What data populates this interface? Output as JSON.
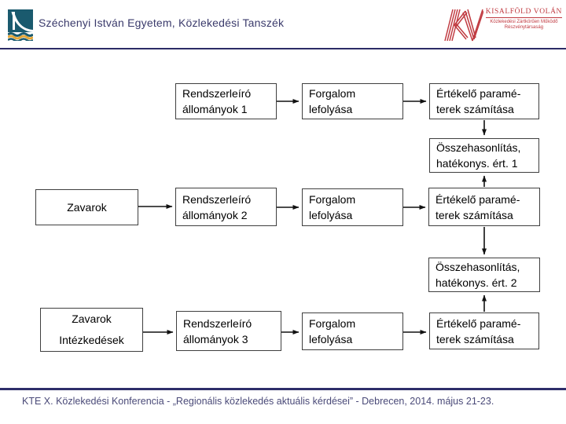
{
  "header": {
    "title": "Széchenyi István Egyetem, Közlekedési Tanszék",
    "partner_logo": {
      "name": "KISALFÖLD VOLÁN",
      "subtitle": "Közlekedési Zártkörűen Működő\nRészvénytársaság"
    }
  },
  "diagram": {
    "nodes": [
      {
        "id": "rendszerleiro-1",
        "label": "Rendszerleíró\nállományok 1"
      },
      {
        "id": "forgalom-1",
        "label": "Forgalom\nlefolyása"
      },
      {
        "id": "ertekelo-1",
        "label": "Értékelő paramé-\nterek számítása"
      },
      {
        "id": "osszehasonlitas-1",
        "label": "Összehasonlítás,\nhatékonys. ért. 1"
      },
      {
        "id": "zavarok",
        "label": "Zavarok"
      },
      {
        "id": "rendszerleiro-2",
        "label": "Rendszerleíró\nállományok 2"
      },
      {
        "id": "forgalom-2",
        "label": "Forgalom\nlefolyása"
      },
      {
        "id": "ertekelo-2",
        "label": "Értékelő paramé-\nterek számítása"
      },
      {
        "id": "osszehasonlitas-2",
        "label": "Összehasonlítás,\nhatékonys. ért. 2"
      },
      {
        "id": "zavarok-intezkedesek",
        "label": "Zavarok\nIntézkedések"
      },
      {
        "id": "rendszerleiro-3",
        "label": "Rendszerleíró\nállományok 3"
      },
      {
        "id": "forgalom-3",
        "label": "Forgalom\nlefolyása"
      },
      {
        "id": "ertekelo-3",
        "label": "Értékelő paramé-\nterek számítása"
      }
    ],
    "edges": [
      {
        "from": "rendszerleiro-1",
        "to": "forgalom-1"
      },
      {
        "from": "forgalom-1",
        "to": "ertekelo-1"
      },
      {
        "from": "ertekelo-1",
        "to": "osszehasonlitas-1"
      },
      {
        "from": "zavarok",
        "to": "rendszerleiro-2"
      },
      {
        "from": "rendszerleiro-2",
        "to": "forgalom-2"
      },
      {
        "from": "forgalom-2",
        "to": "ertekelo-2"
      },
      {
        "from": "ertekelo-2",
        "to": "osszehasonlitas-1"
      },
      {
        "from": "ertekelo-2",
        "to": "osszehasonlitas-2"
      },
      {
        "from": "zavarok-intezkedesek",
        "to": "rendszerleiro-3"
      },
      {
        "from": "rendszerleiro-3",
        "to": "forgalom-3"
      },
      {
        "from": "forgalom-3",
        "to": "ertekelo-3"
      },
      {
        "from": "ertekelo-3",
        "to": "osszehasonlitas-2"
      }
    ]
  },
  "footer": {
    "text": "KTE X. Közlekedési Konferencia - „Regionális közlekedés aktuális kérdései” - Debrecen, 2014. május 21-23."
  },
  "colors": {
    "rule_navy": "#2b2b66",
    "footer_text": "#4a4a78",
    "volan_red": "#c03a40",
    "logo_teal": "#1a5a6e",
    "logo_gold": "#e3a637",
    "box_border": "#3f3f3f",
    "arrow_black": "#111111"
  }
}
